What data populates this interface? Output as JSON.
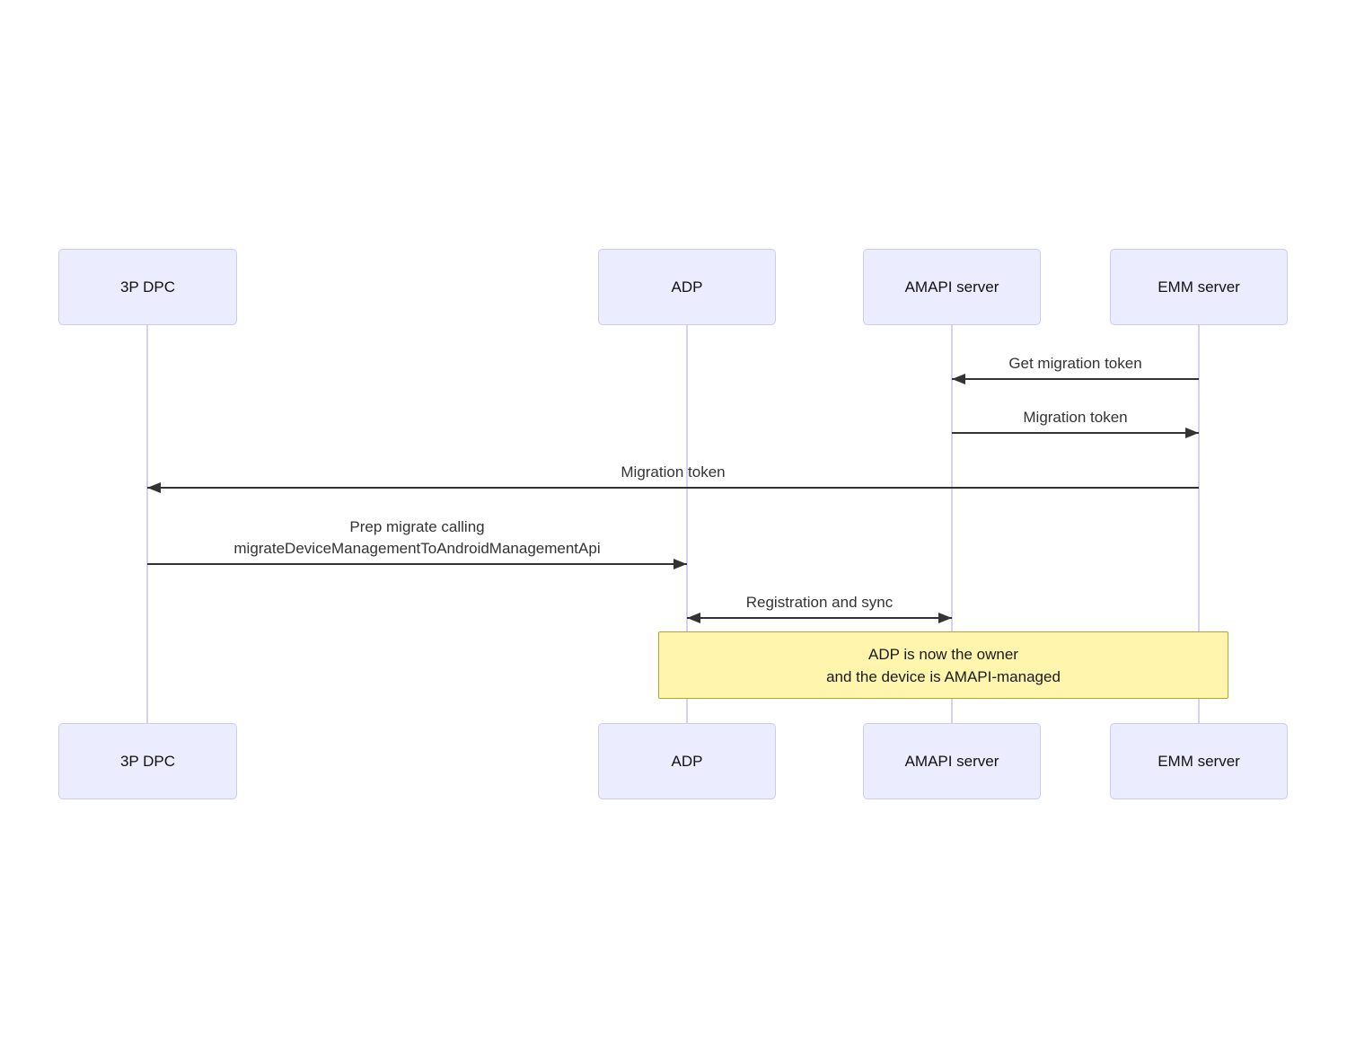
{
  "diagram_type": "sequence",
  "actors": [
    {
      "label": "3P DPC"
    },
    {
      "label": "ADP"
    },
    {
      "label": "AMAPI server"
    },
    {
      "label": "EMM server"
    }
  ],
  "messages": [
    {
      "from": "EMM server",
      "to": "AMAPI server",
      "arrow": "left",
      "lines": [
        "Get migration token"
      ]
    },
    {
      "from": "AMAPI server",
      "to": "EMM server",
      "arrow": "right",
      "lines": [
        "Migration token"
      ]
    },
    {
      "from": "EMM server",
      "to": "3P DPC",
      "arrow": "left",
      "lines": [
        "Migration token"
      ]
    },
    {
      "from": "3P DPC",
      "to": "ADP",
      "arrow": "right",
      "lines": [
        "Prep migrate calling",
        "migrateDeviceManagementToAndroidManagementApi"
      ]
    },
    {
      "from": "ADP",
      "to": "AMAPI server",
      "arrow": "both",
      "lines": [
        "Registration and sync"
      ]
    }
  ],
  "note": {
    "lines": [
      "ADP is now the owner",
      "and the device is AMAPI-managed"
    ]
  },
  "colors": {
    "actor_fill": "#ECECFF",
    "actor_border": "#CFC9EC",
    "lifeline": "#D8CFF2",
    "message": "#333333",
    "note_fill": "#FFF5AD",
    "note_border": "#AAAA33"
  }
}
